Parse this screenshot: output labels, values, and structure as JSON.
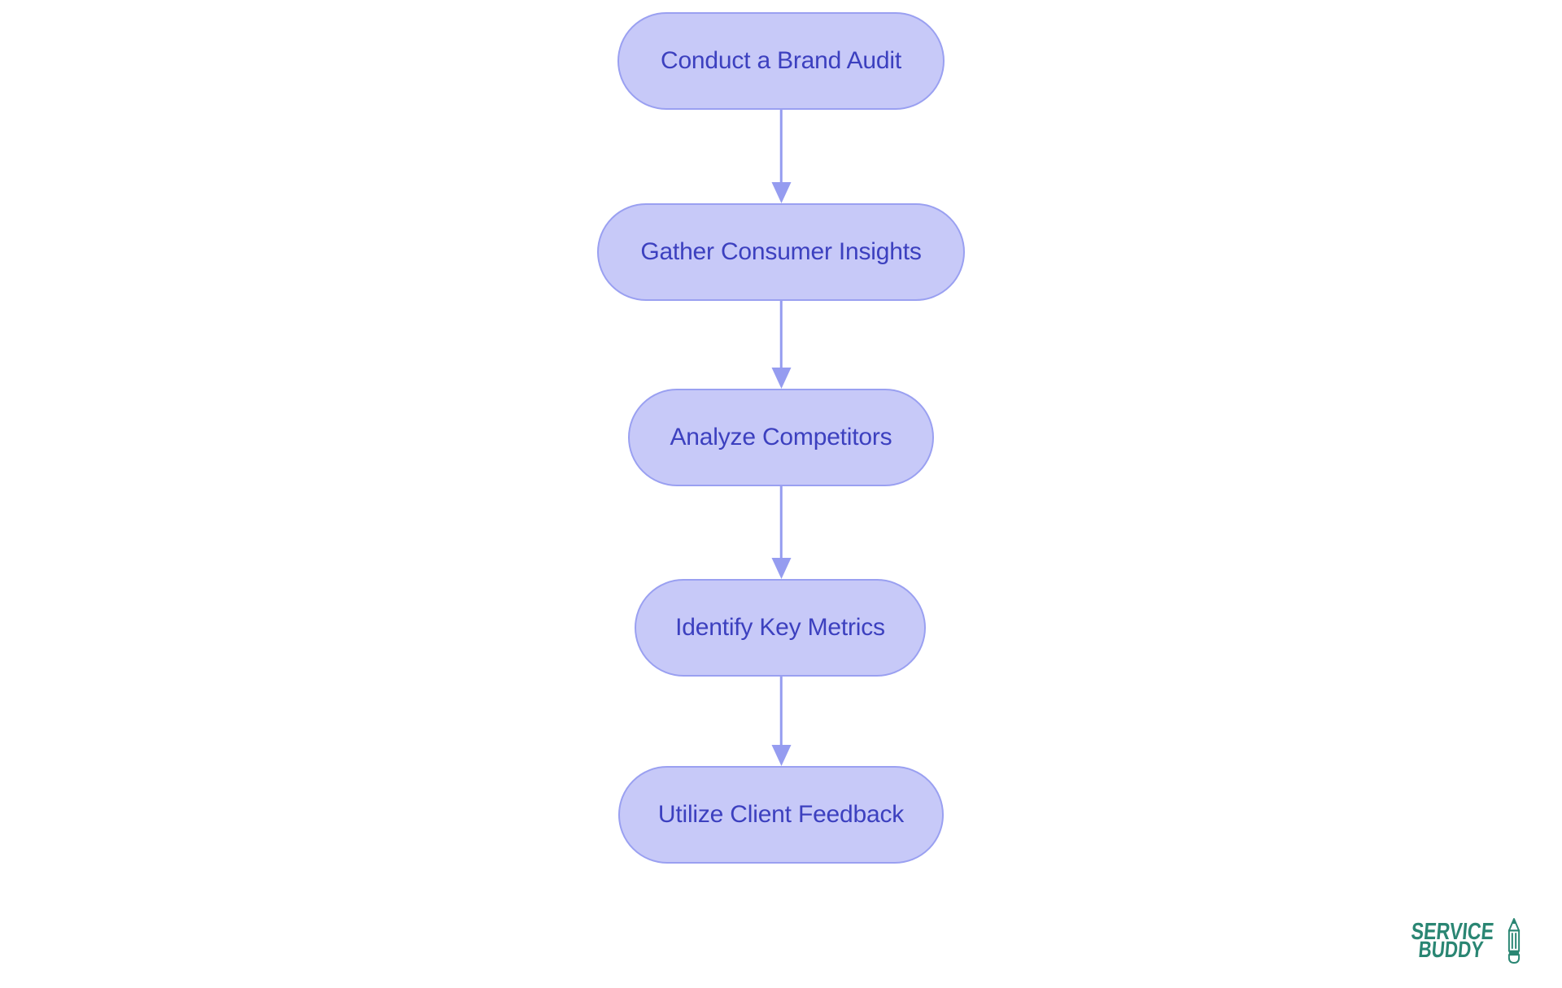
{
  "diagram": {
    "type": "flowchart",
    "flow_direction": "top-down",
    "nodes": [
      {
        "id": "brand-audit",
        "label": "Conduct a Brand Audit"
      },
      {
        "id": "consumer-insights",
        "label": "Gather Consumer Insights"
      },
      {
        "id": "analyze-competitors",
        "label": "Analyze Competitors"
      },
      {
        "id": "key-metrics",
        "label": "Identify Key Metrics"
      },
      {
        "id": "client-feedback",
        "label": "Utilize Client Feedback"
      }
    ],
    "edges": [
      {
        "from": "brand-audit",
        "to": "consumer-insights"
      },
      {
        "from": "consumer-insights",
        "to": "analyze-competitors"
      },
      {
        "from": "analyze-competitors",
        "to": "key-metrics"
      },
      {
        "from": "key-metrics",
        "to": "client-feedback"
      }
    ],
    "colors": {
      "node_fill": "#c7c9f8",
      "node_border": "#9aa0f1",
      "node_text": "#3c40bf",
      "arrow": "#959cf0",
      "background": "#ffffff"
    }
  },
  "logo": {
    "line1": "SERVICE",
    "line2": "BUDDY",
    "icon": "pencil-icon",
    "color": "#2a8673"
  }
}
